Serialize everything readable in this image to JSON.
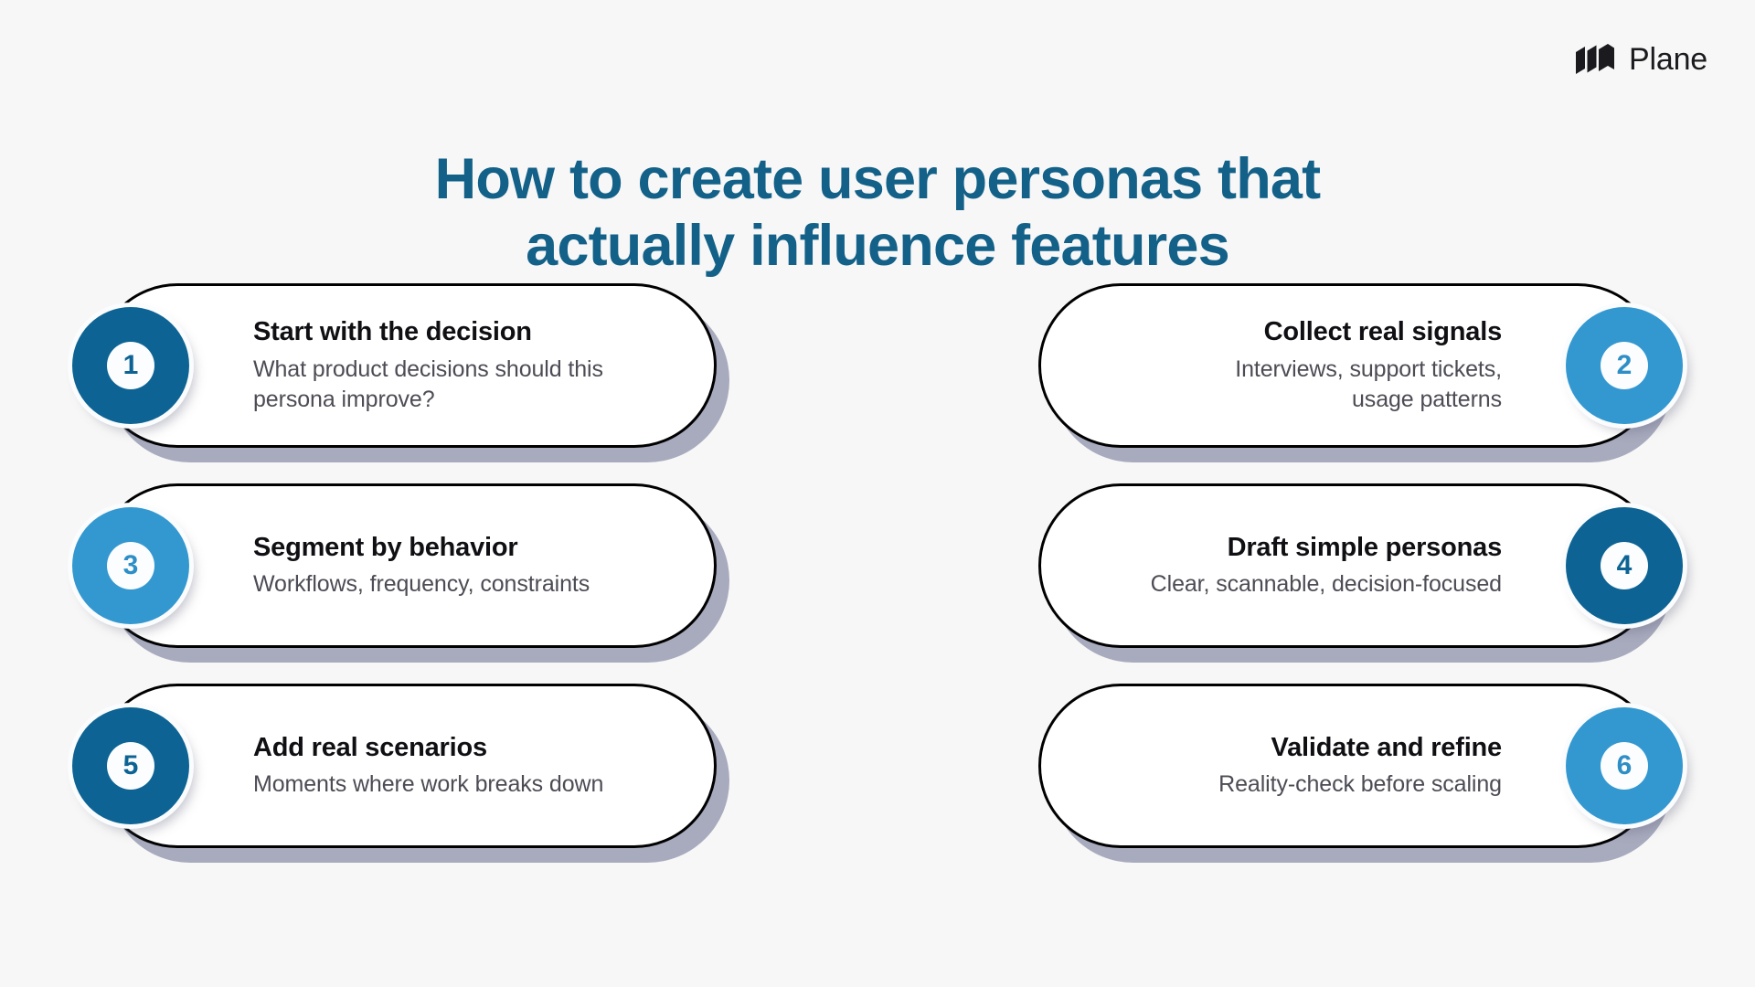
{
  "brand": {
    "name": "Plane",
    "logo_icon": "plane-logo-icon",
    "logo_color": "#1b1b1f"
  },
  "title": {
    "line1": "How to create user personas that",
    "line2": "actually influence features",
    "color": "#136188"
  },
  "colors": {
    "background": "#f7f7f7",
    "card_background": "#ffffff",
    "card_border": "#000000",
    "card_shadow": "#9a9cb4",
    "badge_dark": "#0d6494",
    "badge_light": "#3498d0",
    "badge_inner": "#fbfdff",
    "title_color": "#136188",
    "heading_color": "#101014",
    "body_color": "#4c4c55"
  },
  "cards": [
    {
      "number": "1",
      "title": "Start with the decision",
      "desc": "What product decisions should this\npersona improve?",
      "badge_side": "left",
      "badge_color": "#0d6494",
      "number_color": "#0d6494"
    },
    {
      "number": "2",
      "title": "Collect real signals",
      "desc": "Interviews, support tickets,\nusage patterns",
      "badge_side": "right",
      "badge_color": "#3498d0",
      "number_color": "#2e8ec6"
    },
    {
      "number": "3",
      "title": "Segment by behavior",
      "desc": "Workflows, frequency, constraints",
      "badge_side": "left",
      "badge_color": "#3498d0",
      "number_color": "#2e8ec6"
    },
    {
      "number": "4",
      "title": "Draft simple personas",
      "desc": "Clear, scannable, decision-focused",
      "badge_side": "right",
      "badge_color": "#0d6494",
      "number_color": "#0d6494"
    },
    {
      "number": "5",
      "title": "Add real scenarios",
      "desc": "Moments where work breaks down",
      "badge_side": "left",
      "badge_color": "#0d6494",
      "number_color": "#0d6494"
    },
    {
      "number": "6",
      "title": "Validate and refine",
      "desc": "Reality-check before scaling",
      "badge_side": "right",
      "badge_color": "#3498d0",
      "number_color": "#2e8ec6"
    }
  ]
}
